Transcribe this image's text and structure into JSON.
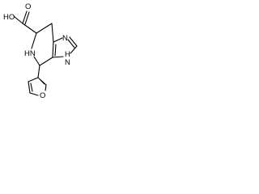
{
  "molecule": {
    "atom_labels": {
      "hydroxyl": "HO",
      "carbonyl_oxygen": "O",
      "ring_nh": "HN",
      "imidazole_n": "N",
      "imidazole_nh_h": "H",
      "imidazole_nh_n": "N",
      "furan_oxygen": "O"
    }
  }
}
